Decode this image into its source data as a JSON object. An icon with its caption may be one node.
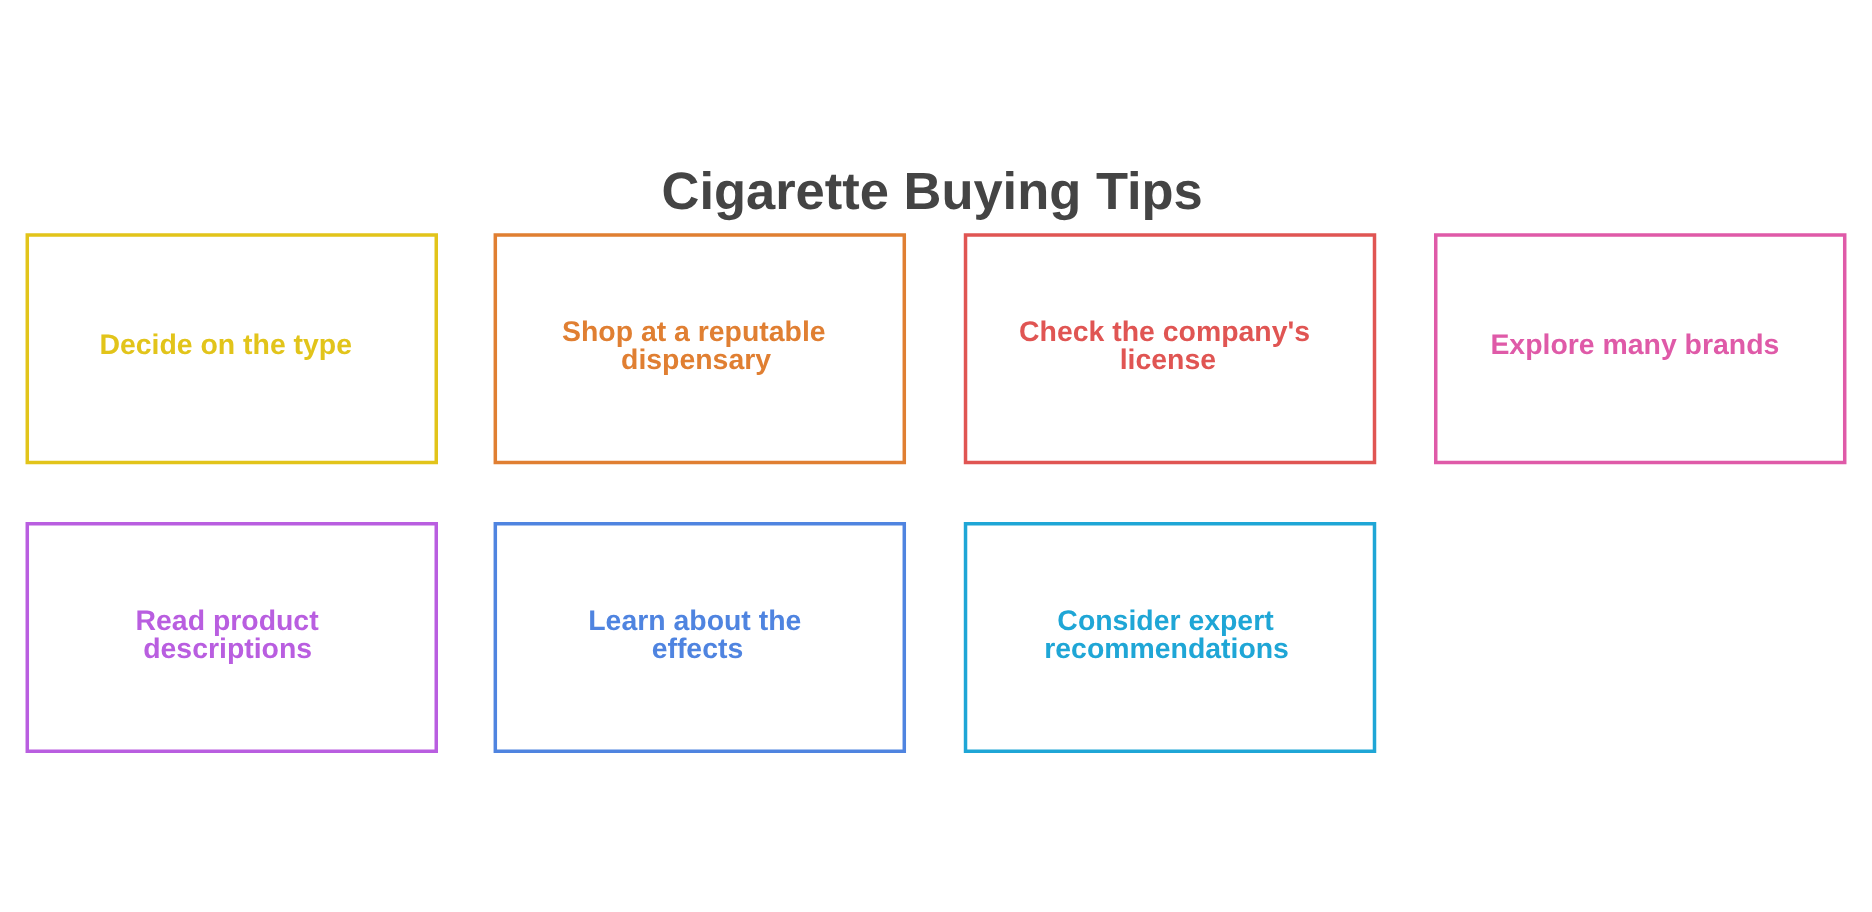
{
  "diagram": {
    "title": "Cigarette Buying Tips",
    "nodes": [
      {
        "text": [
          "Decide on the type"
        ]
      },
      {
        "text": [
          "Shop at a reputable dispensary"
        ]
      },
      {
        "text": [
          "Check the company's license"
        ]
      },
      {
        "text": [
          "Explore many brands"
        ]
      },
      {
        "text": [
          "Read product descriptions"
        ]
      },
      {
        "text": [
          "Learn about the effects"
        ]
      },
      {
        "text": [
          "Consider expert recommendations"
        ]
      }
    ]
  }
}
